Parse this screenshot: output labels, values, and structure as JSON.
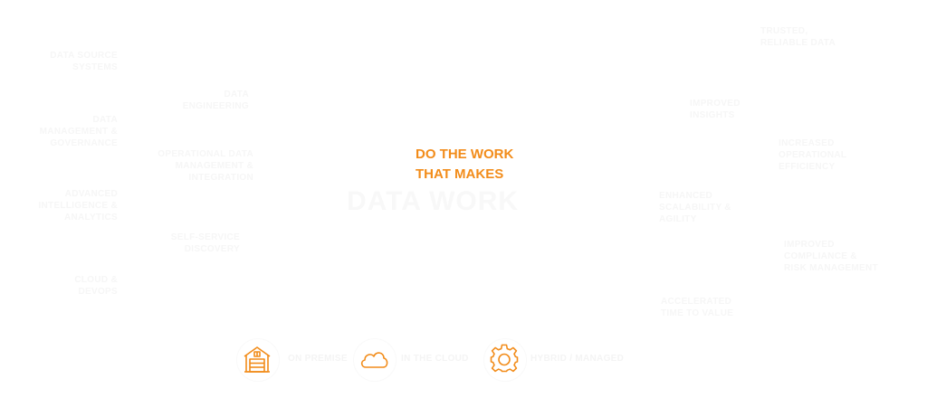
{
  "headline": {
    "line1": "DO THE WORK",
    "line2": "THAT MAKES",
    "line3": "DATA WORK"
  },
  "capabilities_left": [
    {
      "line1": "DATA SOURCE",
      "line2": "SYSTEMS"
    },
    {
      "line1": "DATA",
      "line2": "ENGINEERING"
    },
    {
      "line1": "DATA",
      "line2": "MANAGEMENT &",
      "line3": "GOVERNANCE"
    },
    {
      "line1": "OPERATIONAL DATA",
      "line2": "MANAGEMENT &",
      "line3": "INTEGRATION"
    },
    {
      "line1": "ADVANCED",
      "line2": "INTELLIGENCE &",
      "line3": "ANALYTICS"
    },
    {
      "line1": "SELF-SERVICE",
      "line2": "DISCOVERY"
    },
    {
      "line1": "CLOUD &",
      "line2": "DEVOPS"
    }
  ],
  "outcomes_right": [
    {
      "line1": "TRUSTED,",
      "line2": "RELIABLE DATA"
    },
    {
      "line1": "IMPROVED",
      "line2": "INSIGHTS"
    },
    {
      "line1": "INCREASED",
      "line2": "OPERATIONAL",
      "line3": "EFFICIENCY"
    },
    {
      "line1": "ENHANCED",
      "line2": "SCALABILITY &",
      "line3": "AGILITY"
    },
    {
      "line1": "IMPROVED",
      "line2": "COMPLIANCE &",
      "line3": "RISK MANAGEMENT"
    },
    {
      "line1": "ACCELERATED",
      "line2": "TIME TO VALUE"
    }
  ],
  "deployment": [
    {
      "icon": "warehouse-icon",
      "label": "ON PREMISE"
    },
    {
      "icon": "cloud-icon",
      "label": "IN THE CLOUD"
    },
    {
      "icon": "gear-icon",
      "label": "HYBRID / MANAGED"
    }
  ],
  "colors": {
    "accent": "#f28c1a",
    "faint_text": "#f6f6f6",
    "background": "#ffffff"
  }
}
